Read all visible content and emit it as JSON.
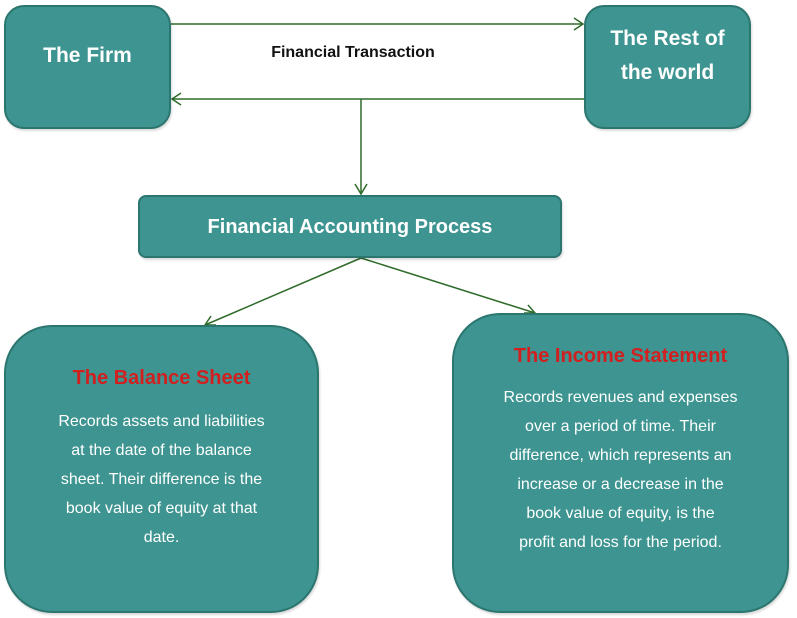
{
  "diagram": {
    "firm": "The Firm",
    "rest_of_world": [
      "The Rest of",
      "the world"
    ],
    "transaction_label": "Financial Transaction",
    "process": "Financial Accounting Process",
    "balance_sheet": {
      "title": "The Balance Sheet",
      "lines": [
        "Records assets and liabilities",
        "at the date of the balance",
        "sheet. Their difference is the",
        "book value of equity at that",
        "date."
      ]
    },
    "income_statement": {
      "title": "The Income Statement",
      "lines": [
        "Records revenues and expenses",
        "over a period of time. Their",
        "difference, which represents an",
        "increase or a decrease in the",
        "book value of equity, is the",
        "profit and loss for the period."
      ]
    },
    "colors": {
      "box": "#3d9490",
      "border": "#2c7670",
      "title": "#d21f1f",
      "arrow": "#2e6b2a"
    }
  }
}
